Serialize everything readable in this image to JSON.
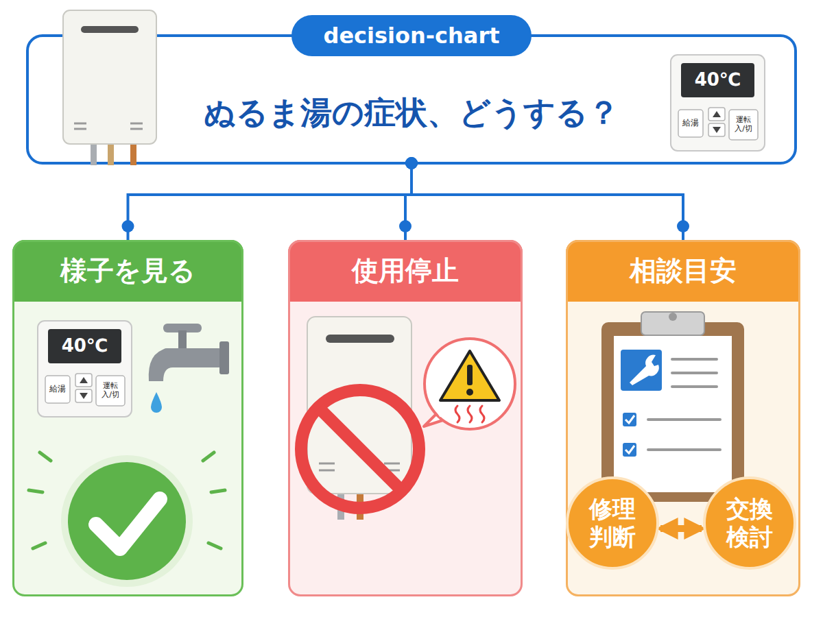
{
  "diagram": {
    "nodes": [
      {
        "text": [
          "ぬるま湯の症状、どうする？"
        ]
      },
      {
        "text": [
          "decision-chart"
        ],
        "in": 0
      },
      {
        "text": [
          "様子を見る"
        ]
      },
      {
        "text": [
          "使用停止"
        ]
      },
      {
        "text": [
          "相談目安"
        ]
      },
      {
        "text": [
          "修理判断"
        ],
        "in": 4
      },
      {
        "text": [
          "交換検討"
        ],
        "in": 4
      }
    ],
    "edges": [
      {
        "from": 0,
        "to": 2,
        "arrow": "none"
      },
      {
        "from": 0,
        "to": 3,
        "arrow": "none"
      },
      {
        "from": 0,
        "to": 4,
        "arrow": "none"
      },
      {
        "from": 5,
        "to": 6,
        "arrow": "both"
      }
    ],
    "labels": [
      "40℃",
      "給湯",
      "運転 入/切",
      "40℃",
      "給湯",
      "運転 入/切"
    ]
  }
}
